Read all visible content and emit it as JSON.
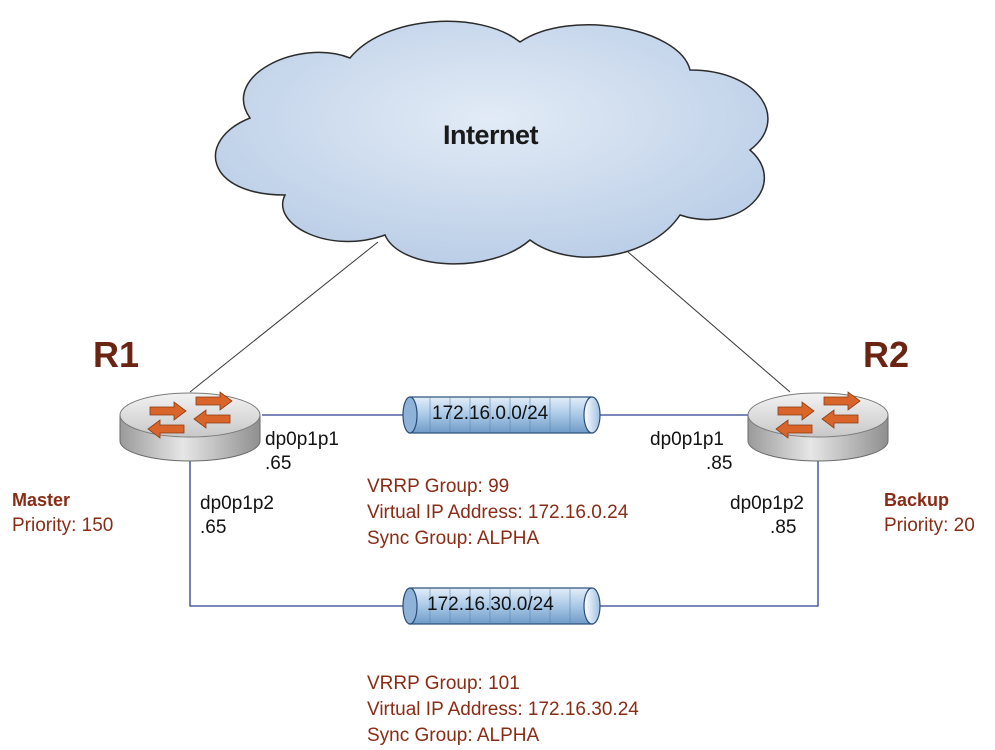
{
  "cloud": {
    "label": "Internet"
  },
  "routers": {
    "r1": {
      "name": "R1",
      "role": "Master",
      "priority": "Priority: 150",
      "iface1_name": "dp0p1p1",
      "iface1_addr": ".65",
      "iface2_name": "dp0p1p2",
      "iface2_addr": ".65"
    },
    "r2": {
      "name": "R2",
      "role": "Backup",
      "priority": "Priority: 20",
      "iface1_name": "dp0p1p1",
      "iface1_addr": ".85",
      "iface2_name": "dp0p1p2",
      "iface2_addr": ".85"
    }
  },
  "networks": {
    "upper": {
      "subnet": "172.16.0.0/24",
      "vrrp_group": "VRRP Group: 99",
      "virtual_ip": "Virtual IP Address: 172.16.0.24",
      "sync_group": "Sync Group: ALPHA"
    },
    "lower": {
      "subnet": "172.16.30.0/24",
      "vrrp_group": "VRRP Group: 101",
      "virtual_ip": "Virtual IP Address: 172.16.30.24",
      "sync_group": "Sync Group: ALPHA"
    }
  },
  "colors": {
    "router_text": "#6b2412",
    "vrrp_text": "#8a2c15",
    "cloud_fill": "#c9d8ec",
    "pipe_fill": "#a9c8e6",
    "router_arrows": "#d9652a"
  },
  "icons": {
    "cloud": "cloud-icon",
    "router": "router-icon",
    "network": "network-segment-icon"
  }
}
